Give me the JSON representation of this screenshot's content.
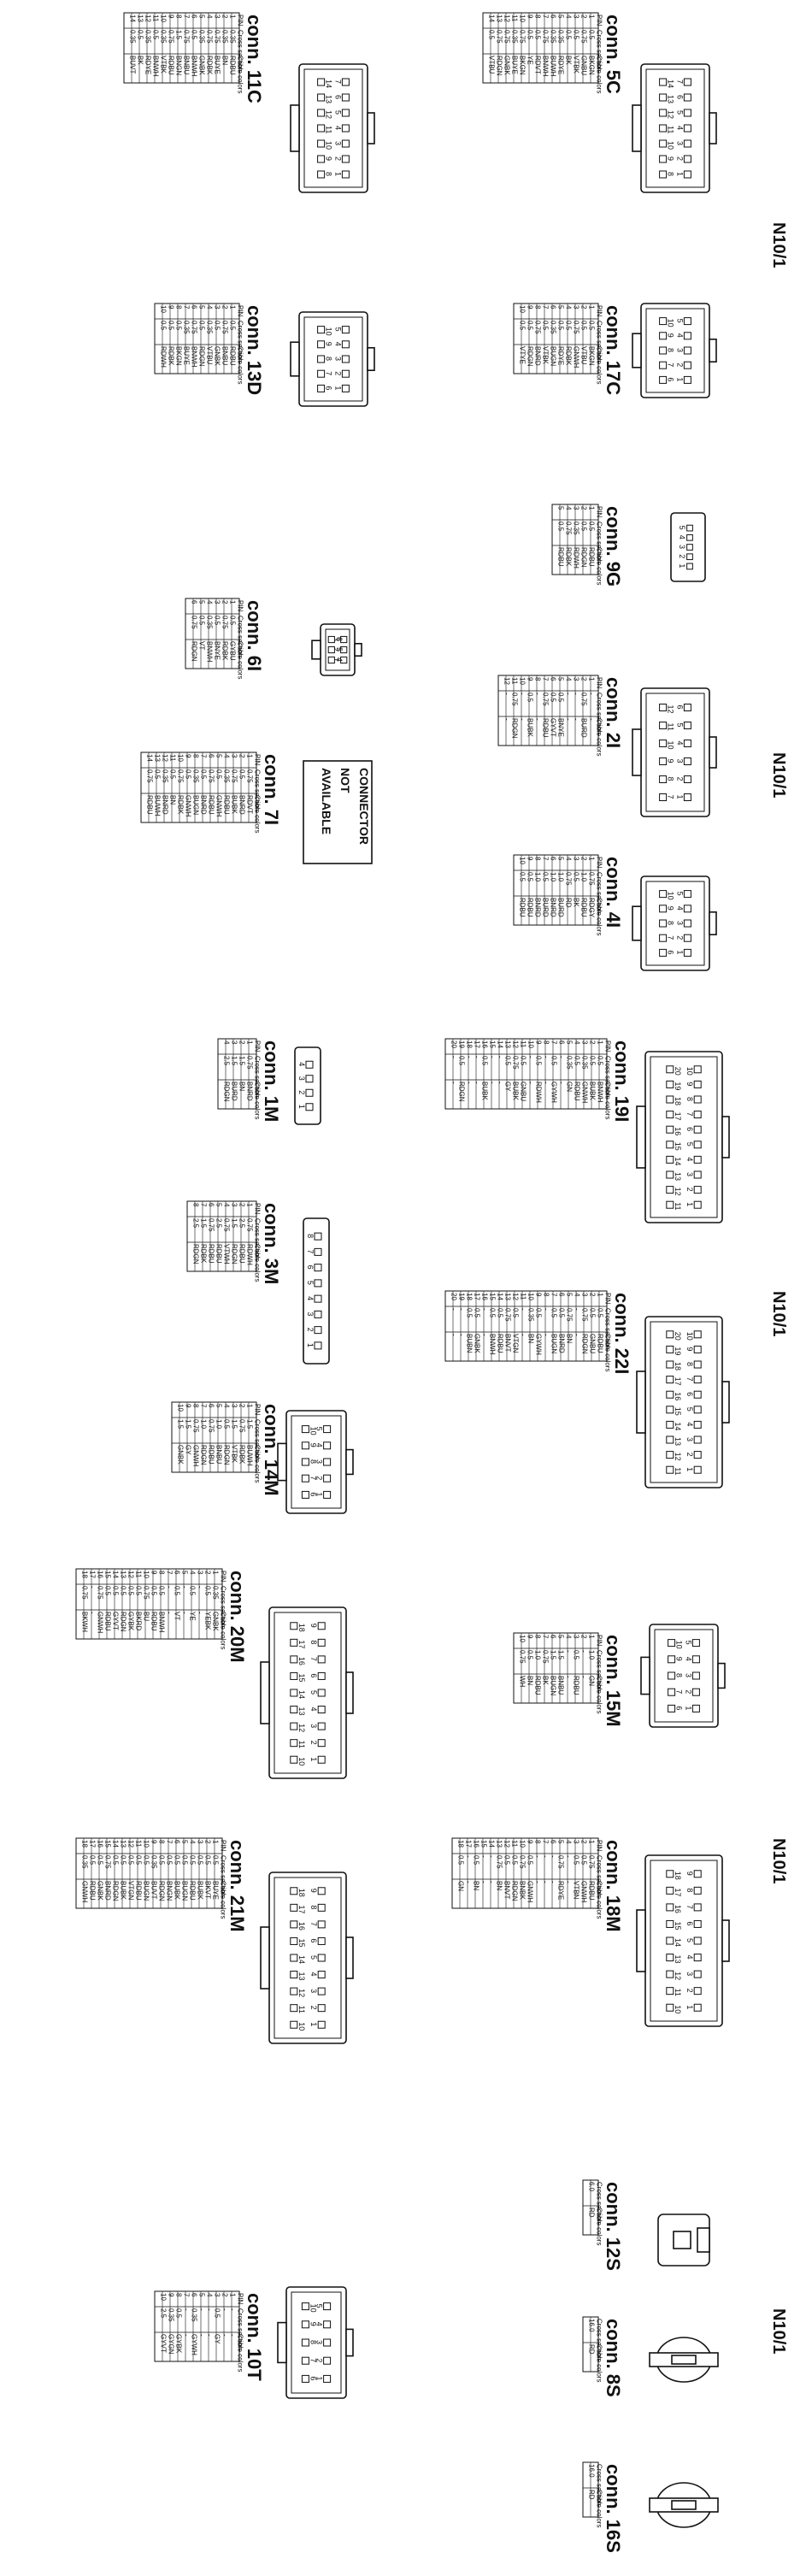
{
  "group_labels": [
    "N10/1",
    "N10/1",
    "N10/1",
    "N10/1",
    "N10/1"
  ],
  "headers": [
    "PIN",
    "Cross section",
    "Cable colors"
  ],
  "not_available": [
    "CONNECTOR",
    "NOT",
    "AVAILABLE"
  ],
  "connectors": [
    {
      "id": "5C",
      "title": "conn. 5C",
      "pins": 14,
      "rows": [
        [
          "1",
          "0.5",
          "BKGN"
        ],
        [
          "2",
          "0.75",
          "GNBU"
        ],
        [
          "3",
          "0.5",
          "VTBK"
        ],
        [
          "4",
          "0.5",
          "BK"
        ],
        [
          "5",
          "0.35",
          "RDYE"
        ],
        [
          "6",
          "0.35",
          "BUWH"
        ],
        [
          "7",
          "0.75",
          "BNWH"
        ],
        [
          "8",
          "0.5",
          "RDVT"
        ],
        [
          "9",
          "0.5",
          "YE"
        ],
        [
          "10",
          "0.75",
          "BKGN"
        ],
        [
          "11",
          "0.35",
          "BUYE"
        ],
        [
          "12",
          "0.75",
          "GNBK"
        ],
        [
          "13",
          "0.75",
          "RDGN"
        ],
        [
          "14",
          "0.5",
          "VTBU"
        ]
      ]
    },
    {
      "id": "11C",
      "title": "conn. 11C",
      "pins": 14,
      "rows": [
        [
          "1",
          "0.35",
          "RDBU"
        ],
        [
          "2",
          "0.35",
          "BN"
        ],
        [
          "3",
          "0.75",
          "BUYE"
        ],
        [
          "4",
          "0.75",
          "RDBK"
        ],
        [
          "5",
          "0.35",
          "GNBK"
        ],
        [
          "6",
          "0.5",
          "BNWH"
        ],
        [
          "7",
          "0.75",
          "BNBU"
        ],
        [
          "8",
          "1.5",
          "BNGN"
        ],
        [
          "9",
          "0.75",
          "RDBU"
        ],
        [
          "10",
          "0.35",
          "VTBK"
        ],
        [
          "11",
          "0.5",
          "BNWH"
        ],
        [
          "12",
          "0.35",
          "RDYE"
        ],
        [
          "13",
          "0.5",
          "BK"
        ],
        [
          "14",
          "0.35",
          "BUVT"
        ]
      ]
    },
    {
      "id": "17C",
      "title": "conn. 17C",
      "pins": 10,
      "rows": [
        [
          "1",
          "0.5",
          "BKGN"
        ],
        [
          "2",
          "0.5",
          "VTBU"
        ],
        [
          "3",
          "0.75",
          "GNWH"
        ],
        [
          "4",
          "0.5",
          "RDBK"
        ],
        [
          "5",
          "0.5",
          "RDYE"
        ],
        [
          "6",
          "0.35",
          "BUGN"
        ],
        [
          "7",
          "0.5",
          "VTBK"
        ],
        [
          "8",
          "0.75",
          "BNRD"
        ],
        [
          "9",
          "0.5",
          "RDGN"
        ],
        [
          "10",
          "0.5",
          "VTYE"
        ]
      ]
    },
    {
      "id": "13D",
      "title": "conn. 13D",
      "pins": 10,
      "rows": [
        [
          "1",
          "0.5",
          "RDBU"
        ],
        [
          "2",
          "0.75",
          "BNBU"
        ],
        [
          "3",
          "0.5",
          "GNBK"
        ],
        [
          "4",
          "0.35",
          "VTBU"
        ],
        [
          "5",
          "0.5",
          "RDGN"
        ],
        [
          "6",
          "0.75",
          "BNWH"
        ],
        [
          "7",
          "0.35",
          "BUYE"
        ],
        [
          "8",
          "0.5",
          "BKGN"
        ],
        [
          "9",
          "0.5",
          "RDBK"
        ],
        [
          "10",
          "0.5",
          "RDWH"
        ]
      ]
    },
    {
      "id": "9G",
      "title": "conn. 9G",
      "pins": 5,
      "rows": [
        [
          "1",
          "0.5",
          "RDBU"
        ],
        [
          "2",
          "0.5",
          "RDGN"
        ],
        [
          "3",
          "0.35",
          "RDWH"
        ],
        [
          "4",
          "0.75",
          "RDBK"
        ],
        [
          "5",
          "0.5",
          "RDBU"
        ]
      ]
    },
    {
      "id": "2I",
      "title": "conn. 2I",
      "pins": 12,
      "rows": [
        [
          "1",
          "-",
          "-"
        ],
        [
          "2",
          "0.75",
          "BURD"
        ],
        [
          "3",
          "-",
          "-"
        ],
        [
          "4",
          "-",
          "-"
        ],
        [
          "5",
          "0.5",
          "BNYE"
        ],
        [
          "6",
          "0.5",
          "GYVT"
        ],
        [
          "7",
          "0.75",
          "RDBU"
        ],
        [
          "8",
          "-",
          "-"
        ],
        [
          "9",
          "0.5",
          "BUBK"
        ],
        [
          "10",
          "-",
          "-"
        ],
        [
          "11",
          "0.75",
          "RDGN"
        ],
        [
          "12",
          "-",
          "-"
        ]
      ]
    },
    {
      "id": "6I",
      "title": "conn. 6I",
      "pins": 6,
      "rows": [
        [
          "1",
          "0.5",
          "GYBU"
        ],
        [
          "2",
          "0.75",
          "RDBK"
        ],
        [
          "3",
          "0.5",
          "BNYE"
        ],
        [
          "4",
          "0.35",
          "BNWH"
        ],
        [
          "5",
          "0.5",
          "VT"
        ],
        [
          "6",
          "0.75",
          "RDGN"
        ]
      ]
    },
    {
      "id": "4I",
      "title": "conn. 4I",
      "pins": 10,
      "rows": [
        [
          "1",
          "0.75",
          "RDGY"
        ],
        [
          "2",
          "1.0",
          "RDBU"
        ],
        [
          "3",
          "0.5",
          "BK"
        ],
        [
          "4",
          "0.75",
          "RD"
        ],
        [
          "5",
          "1.0",
          "BURD"
        ],
        [
          "6",
          "1.0",
          "BNRD"
        ],
        [
          "7",
          "0.5",
          "BURD"
        ],
        [
          "8",
          "1.0",
          "BNRD"
        ],
        [
          "9",
          "0.5",
          "RDBU"
        ],
        [
          "10",
          "0.5",
          "RDBU"
        ]
      ]
    },
    {
      "id": "7I",
      "title": "conn. 7I",
      "pins": 14,
      "rows": [
        [
          "1",
          "0.75",
          "RDVT"
        ],
        [
          "2",
          "0.5",
          "BNRD"
        ],
        [
          "3",
          "0.75",
          "BUBK"
        ],
        [
          "4",
          "0.35",
          "RDBU"
        ],
        [
          "5",
          "0.5",
          "GNWH"
        ],
        [
          "6",
          "0.75",
          "RDBU"
        ],
        [
          "7",
          "0.5",
          "BNRD"
        ],
        [
          "8",
          "0.35",
          "BUGN"
        ],
        [
          "9",
          "0.5",
          "GNWH"
        ],
        [
          "10",
          "0.75",
          "RDBK"
        ],
        [
          "11",
          "0.5",
          "BN"
        ],
        [
          "12",
          "0.35",
          "BNRD"
        ],
        [
          "13",
          "0.5",
          "BUWH"
        ],
        [
          "14",
          "0.75",
          "RDBU"
        ]
      ]
    },
    {
      "id": "1M",
      "title": "conn. 1M",
      "pins": 4,
      "rows": [
        [
          "1",
          "0.75",
          "BNRD"
        ],
        [
          "2",
          "1.5",
          "BN"
        ],
        [
          "3",
          "1.5",
          "BURD"
        ],
        [
          "4",
          "2.5",
          "RDGN"
        ]
      ]
    },
    {
      "id": "19I",
      "title": "conn. 19I",
      "pins": 20,
      "rows": [
        [
          "1",
          "0.5",
          "BNWH"
        ],
        [
          "2",
          "0.5",
          "BUBK"
        ],
        [
          "3",
          "0.35",
          "GNWH"
        ],
        [
          "4",
          "0.5",
          "RDBU"
        ],
        [
          "5",
          "0.35",
          "GN"
        ],
        [
          "6",
          "-",
          "-"
        ],
        [
          "7",
          "0.5",
          "GYWH"
        ],
        [
          "8",
          "-",
          "-"
        ],
        [
          "9",
          "0.5",
          "RDWH"
        ],
        [
          "10",
          "-",
          "-"
        ],
        [
          "11",
          "0.5",
          "GNBU"
        ],
        [
          "12",
          "0.75",
          "BUBK"
        ],
        [
          "13",
          "0.5",
          "GY"
        ],
        [
          "14",
          "-",
          "-"
        ],
        [
          "15",
          "-",
          "-"
        ],
        [
          "16",
          "0.5",
          "BUBK"
        ],
        [
          "17",
          "-",
          "-"
        ],
        [
          "18",
          "-",
          "-"
        ],
        [
          "19",
          "0.5",
          "RDGN"
        ],
        [
          "20",
          "-",
          "-"
        ]
      ]
    },
    {
      "id": "3M",
      "title": "conn. 3M",
      "pins": 8,
      "rows": [
        [
          "1",
          "0.75",
          "RDWH"
        ],
        [
          "2",
          "2.5",
          "RDBU"
        ],
        [
          "3",
          "1.5",
          "RDGN"
        ],
        [
          "4",
          "0.75",
          "VTWH"
        ],
        [
          "5",
          "2.5",
          "RDBU"
        ],
        [
          "6",
          "0.75",
          "RDBU"
        ],
        [
          "7",
          "1.5",
          "RDBK"
        ],
        [
          "8",
          "2.5",
          "RDGN"
        ]
      ]
    },
    {
      "id": "22I",
      "title": "conn. 22I",
      "pins": 20,
      "rows": [
        [
          "1",
          "0.5",
          "RDBU"
        ],
        [
          "2",
          "0.5",
          "GNBU"
        ],
        [
          "3",
          "0.75",
          "RDGN"
        ],
        [
          "4",
          "-",
          "-"
        ],
        [
          "5",
          "0.75",
          "BN"
        ],
        [
          "6",
          "0.5",
          "BNRD"
        ],
        [
          "7",
          "0.5",
          "BUGN"
        ],
        [
          "8",
          "-",
          "-"
        ],
        [
          "9",
          "0.5",
          "GYWH"
        ],
        [
          "10",
          "0.35",
          "BN"
        ],
        [
          "11",
          "-",
          "-"
        ],
        [
          "12",
          "0.5",
          "VTGN"
        ],
        [
          "13",
          "0.75",
          "BNVT"
        ],
        [
          "14",
          "0.5",
          "RDBU"
        ],
        [
          "15",
          "0.5",
          "BNWH"
        ],
        [
          "16",
          "-",
          "-"
        ],
        [
          "17",
          "0.5",
          "GNBK"
        ],
        [
          "18",
          "0.5",
          "BUBN"
        ],
        [
          "19",
          "-",
          "-"
        ],
        [
          "20",
          "-",
          "-"
        ]
      ]
    },
    {
      "id": "14M",
      "title": "conn. 14M",
      "pins": 10,
      "rows": [
        [
          "1",
          "1.5",
          "BUWH"
        ],
        [
          "2",
          "0.75",
          "RDBK"
        ],
        [
          "3",
          "1.5",
          "VTBK"
        ],
        [
          "4",
          "0.5",
          "RDGN"
        ],
        [
          "5",
          "1.0",
          "BNBU"
        ],
        [
          "6",
          "0.75",
          "RDBU"
        ],
        [
          "7",
          "1.0",
          "RDGN"
        ],
        [
          "8",
          "0.75",
          "GNWH"
        ],
        [
          "9",
          "1.5",
          "GY"
        ],
        [
          "10",
          "1.5",
          "GNBK"
        ]
      ]
    },
    {
      "id": "15M",
      "title": "conn. 15M",
      "pins": 10,
      "rows": [
        [
          "1",
          "1.0",
          "GN"
        ],
        [
          "2",
          "-",
          "-"
        ],
        [
          "3",
          "0.5",
          "RDBU"
        ],
        [
          "4",
          "-",
          "-"
        ],
        [
          "5",
          "1.5",
          "BNBU"
        ],
        [
          "6",
          "1.5",
          "BUGN"
        ],
        [
          "7",
          "0.75",
          "BK"
        ],
        [
          "8",
          "1.0",
          "RDBU"
        ],
        [
          "9",
          "0.5",
          "BN"
        ],
        [
          "10",
          "0.75",
          "WH"
        ]
      ]
    },
    {
      "id": "20M",
      "title": "conn. 20M",
      "pins": 18,
      "rows": [
        [
          "1",
          "0.35",
          "GNBK"
        ],
        [
          "2",
          "0.5",
          "YEBK"
        ],
        [
          "3",
          "-",
          "-"
        ],
        [
          "4",
          "0.5",
          "YE"
        ],
        [
          "5",
          "-",
          "-"
        ],
        [
          "6",
          "0.5",
          "VT"
        ],
        [
          "7",
          "-",
          "-"
        ],
        [
          "8",
          "0.5",
          "BNWH"
        ],
        [
          "9",
          "0.5",
          "RDBU"
        ],
        [
          "10",
          "0.75",
          "BU"
        ],
        [
          "11",
          "0.5",
          "BKRD"
        ],
        [
          "12",
          "0.5",
          "GYBK"
        ],
        [
          "13",
          "0.5",
          "RDGN"
        ],
        [
          "14",
          "0.5",
          "GYVT"
        ],
        [
          "15",
          "0.5",
          "RDBU"
        ],
        [
          "16",
          "0.75",
          "GNWH"
        ],
        [
          "17",
          "-",
          "-"
        ],
        [
          "18",
          "0.75",
          "BKWH"
        ]
      ]
    },
    {
      "id": "18M",
      "title": "conn. 18M",
      "pins": 18,
      "rows": [
        [
          "1",
          "0.75",
          "RDBU"
        ],
        [
          "2",
          "0.5",
          "GNWH"
        ],
        [
          "3",
          "0.5",
          "VTBN"
        ],
        [
          "4",
          "-",
          "-"
        ],
        [
          "5",
          "0.75",
          "RDYE"
        ],
        [
          "6",
          "-",
          "-"
        ],
        [
          "7",
          "-",
          "-"
        ],
        [
          "8",
          "-",
          "-"
        ],
        [
          "9",
          "0.5",
          "GNWH"
        ],
        [
          "10",
          "0.75",
          "BNBK"
        ],
        [
          "11",
          "0.5",
          "RDGN"
        ],
        [
          "12",
          "0.5",
          "BNVT"
        ],
        [
          "13",
          "0.75",
          "BN"
        ],
        [
          "14",
          "-",
          "-"
        ],
        [
          "15",
          "-",
          "-"
        ],
        [
          "16",
          "0.5",
          "BN"
        ],
        [
          "17",
          "-",
          "-"
        ],
        [
          "18",
          "0.5",
          "GN"
        ]
      ]
    },
    {
      "id": "21M",
      "title": "conn. 21M",
      "pins": 18,
      "rows": [
        [
          "1",
          "0.5",
          "BUYE"
        ],
        [
          "2",
          "0.5",
          "BKVT"
        ],
        [
          "3",
          "0.5",
          "BUBK"
        ],
        [
          "4",
          "0.5",
          "RDBU"
        ],
        [
          "5",
          "0.5",
          "BUGN"
        ],
        [
          "6",
          "0.5",
          "BUBK"
        ],
        [
          "7",
          "0.5",
          "BNGN"
        ],
        [
          "8",
          "0.5",
          "RDGN"
        ],
        [
          "9",
          "0.35",
          "BUVT"
        ],
        [
          "10",
          "0.5",
          "BUGN"
        ],
        [
          "11",
          "0.5",
          "RDBU"
        ],
        [
          "12",
          "0.5",
          "VTGN"
        ],
        [
          "13",
          "0.5",
          "BUBK"
        ],
        [
          "14",
          "0.5",
          "RDGN"
        ],
        [
          "15",
          "0.75",
          "BNRD"
        ],
        [
          "16",
          "0.5",
          "GNBK"
        ],
        [
          "17",
          "0.5",
          "RDBU"
        ],
        [
          "18",
          "0.35",
          "GNWH"
        ]
      ]
    },
    {
      "id": "12S",
      "title": "conn. 12S",
      "pins": 1,
      "rows": [
        [
          "6.0",
          "RD"
        ]
      ],
      "noPin": true
    },
    {
      "id": "10T",
      "title": "conn. 10T",
      "pins": 10,
      "rows": [
        [
          "1",
          "-",
          "-"
        ],
        [
          "2",
          "-",
          "-"
        ],
        [
          "3",
          "0.5",
          "GY"
        ],
        [
          "4",
          "-",
          "-"
        ],
        [
          "5",
          "-",
          "-"
        ],
        [
          "6",
          "0.35",
          "GYWH"
        ],
        [
          "7",
          "-",
          "-"
        ],
        [
          "8",
          "0.5",
          "GYBK"
        ],
        [
          "9",
          "0.35",
          "GYGN"
        ],
        [
          "10",
          "2.5",
          "GYVT"
        ]
      ]
    },
    {
      "id": "8S",
      "title": "conn. 8S",
      "pins": 1,
      "rows": [
        [
          "16.0",
          "RD"
        ]
      ],
      "noPin": true
    },
    {
      "id": "16S",
      "title": "conn. 16S",
      "pins": 1,
      "rows": [
        [
          "16.0",
          "RD"
        ]
      ],
      "noPin": true
    }
  ]
}
